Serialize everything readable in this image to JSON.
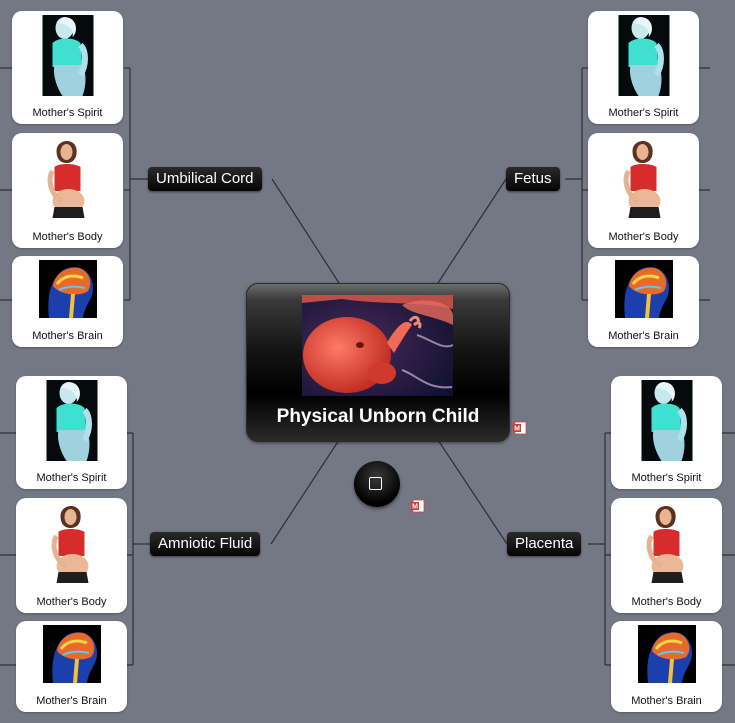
{
  "central": {
    "title": "Physical Unborn Child"
  },
  "branches": {
    "top_left": "Umbilical Cord",
    "top_right": "Fetus",
    "bottom_left": "Amniotic Fluid",
    "bottom_right": "Placenta"
  },
  "cards": {
    "spirit": "Mother's Spirit",
    "body": "Mother's Body",
    "brain": "Mother's Brain"
  },
  "icons": {
    "attachment": "office-document-icon",
    "control": "stop-icon"
  },
  "colors": {
    "background": "#737884",
    "connector": "#2e2e35",
    "node": "#0a0a0a",
    "spirit_tint": "#3fe0d0",
    "body_shirt": "#d62c2c"
  }
}
